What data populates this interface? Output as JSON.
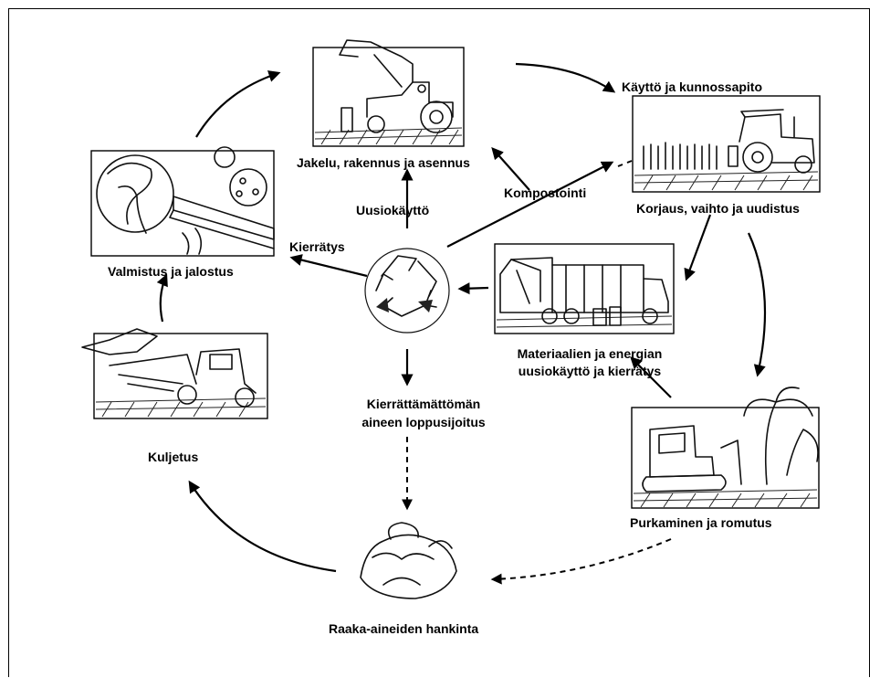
{
  "stages": {
    "distribution": "Jakelu, rakennus ja asennus",
    "use": "Käyttö ja kunnossapito",
    "repair": "Korjaus, vaihto ja uudistus",
    "demolition": "Purkaminen ja romutus",
    "raw_materials": "Raaka-aineiden hankinta",
    "transport": "Kuljetus",
    "manufacturing": "Valmistus ja jalostus",
    "material_recovery_line1": "Materiaalien ja energian",
    "material_recovery_line2": "uusiokäyttö ja kierrätys"
  },
  "flows": {
    "reuse": "Uusiokäyttö",
    "composting": "Kompostointi",
    "recycling": "Kierrätys",
    "final_disposal_line1": "Kierrättämättömän",
    "final_disposal_line2": "aineen loppusijoitus"
  },
  "icons": {
    "center": "recycle-icon",
    "distribution": "loader-tractor-illustration",
    "repair": "farm-tractor-illustration",
    "material_recovery": "garbage-truck-illustration",
    "demolition": "bulldozer-illustration",
    "raw_materials": "rock-pile-illustration",
    "transport": "harvester-illustration",
    "manufacturing": "factory-pour-illustration"
  }
}
